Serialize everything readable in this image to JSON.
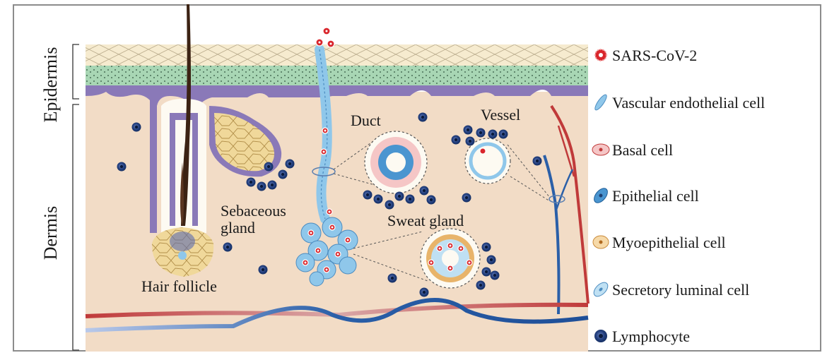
{
  "side_labels": {
    "epidermis": "Epidermis",
    "dermis": "Dermis"
  },
  "structure_labels": {
    "duct": "Duct",
    "vessel": "Vessel",
    "sebaceous_line1": "Sebaceous",
    "sebaceous_line2": "gland",
    "sweat_gland": "Sweat gland",
    "hair_follicle": "Hair follicle"
  },
  "legend": [
    {
      "label": "SARS-CoV-2",
      "icon": "virus-icon"
    },
    {
      "label": "Vascular endothelial cell",
      "icon": "endothelial-cell-icon"
    },
    {
      "label": "Basal cell",
      "icon": "basal-cell-icon"
    },
    {
      "label": "Epithelial cell",
      "icon": "epithelial-cell-icon"
    },
    {
      "label": "Myoepithelial cell",
      "icon": "myoepithelial-cell-icon"
    },
    {
      "label": "Secretory luminal cell",
      "icon": "secretory-luminal-cell-icon"
    },
    {
      "label": "Lymphocyte",
      "icon": "lymphocyte-icon"
    }
  ],
  "colors": {
    "dermis": "#f2dcc6",
    "stratum_corneum": "#f6ebcf",
    "green_layer": "#a8d6b4",
    "basal_layer": "#8a79b8",
    "gland_blue": "#8fc7ea",
    "virus_red": "#d9262c",
    "lymphocyte": "#24407f",
    "artery": "#c03a3a",
    "vein": "#2a5fa8",
    "sebaceous": "#f0d89a"
  }
}
